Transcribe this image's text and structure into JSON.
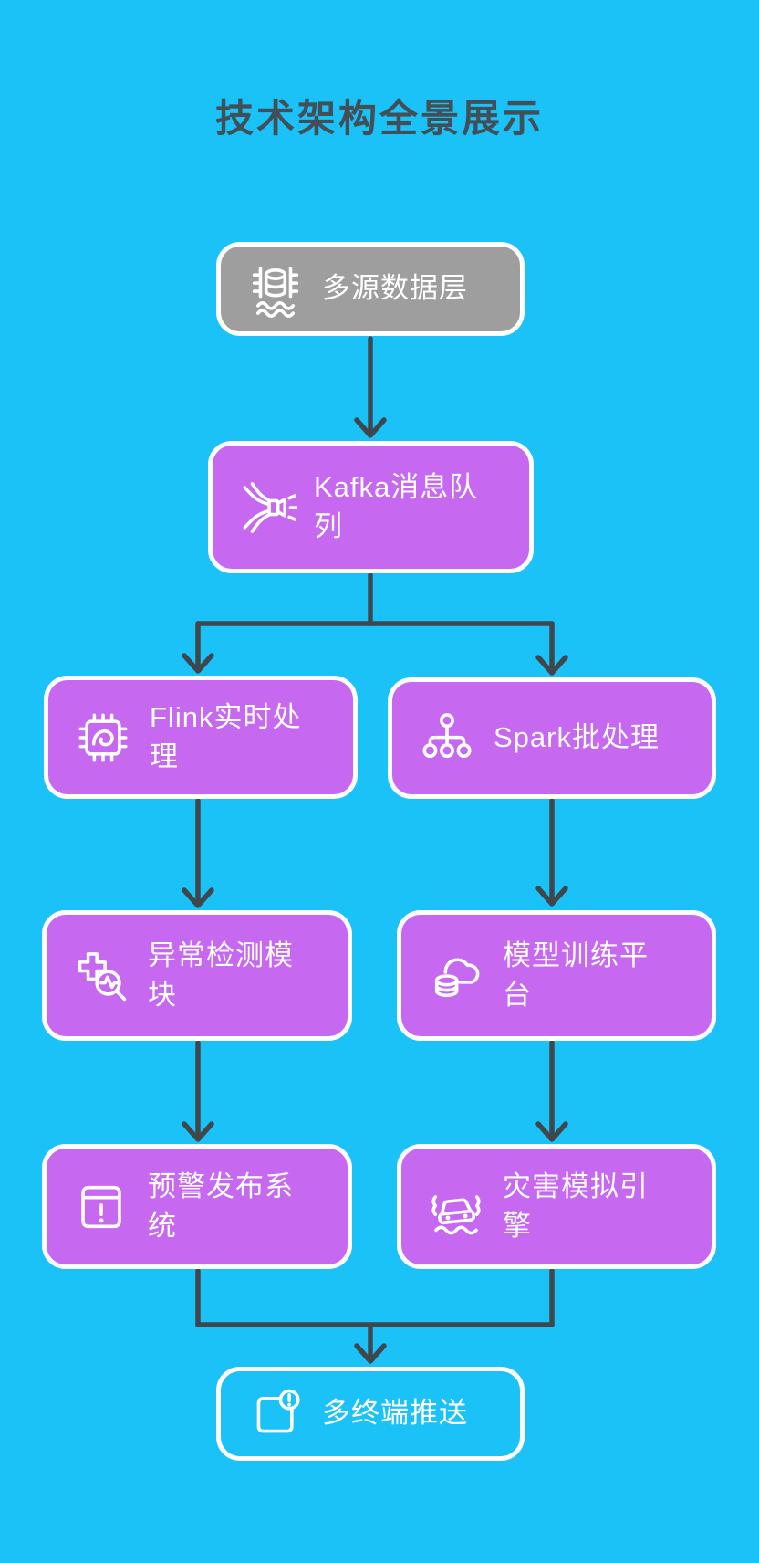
{
  "page": {
    "title": "技术架构全景展示",
    "background_color": "#1BC2F8",
    "node_purple": "#C768F0",
    "node_gray": "#9E9E9E",
    "border_color": "#FFFFFF",
    "text_color": "#FFFFFF",
    "title_color": "#434F56",
    "connector_color": "#3F474D"
  },
  "nodes": [
    {
      "id": "data-layer",
      "label": "多源数据层",
      "icon": "database-sources-icon",
      "style": "gray"
    },
    {
      "id": "kafka",
      "label": "Kafka消息队列",
      "icon": "funnel-stream-icon",
      "style": "purple"
    },
    {
      "id": "flink",
      "label": "Flink实时处理",
      "icon": "cpu-chip-icon",
      "style": "purple"
    },
    {
      "id": "spark",
      "label": "Spark批处理",
      "icon": "node-graph-icon",
      "style": "purple"
    },
    {
      "id": "anomaly",
      "label": "异常检测模块",
      "icon": "cross-magnifier-icon",
      "style": "purple"
    },
    {
      "id": "training",
      "label": "模型训练平台",
      "icon": "cloud-database-icon",
      "style": "purple"
    },
    {
      "id": "alert",
      "label": "预警发布系统",
      "icon": "alert-panel-icon",
      "style": "purple"
    },
    {
      "id": "disaster",
      "label": "灾害模拟引擎",
      "icon": "car-quake-icon",
      "style": "purple"
    },
    {
      "id": "push",
      "label": "多终端推送",
      "icon": "notification-square-icon",
      "style": "outline"
    }
  ],
  "edges": [
    {
      "from": "多源数据层",
      "to": "Kafka消息队列"
    },
    {
      "from": "Kafka消息队列",
      "to": "Flink实时处理"
    },
    {
      "from": "Kafka消息队列",
      "to": "Spark批处理"
    },
    {
      "from": "Flink实时处理",
      "to": "异常检测模块"
    },
    {
      "from": "Spark批处理",
      "to": "模型训练平台"
    },
    {
      "from": "异常检测模块",
      "to": "预警发布系统"
    },
    {
      "from": "模型训练平台",
      "to": "灾害模拟引擎"
    },
    {
      "from": "预警发布系统",
      "to": "多终端推送"
    },
    {
      "from": "灾害模拟引擎",
      "to": "多终端推送"
    }
  ]
}
